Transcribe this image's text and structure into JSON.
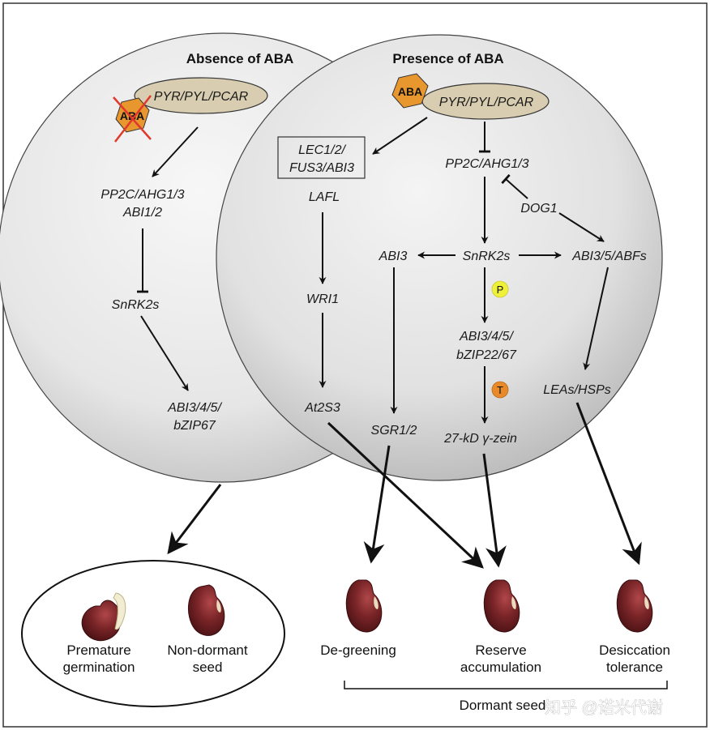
{
  "titles": {
    "absence": "Absence of ABA",
    "presence": "Presence of ABA"
  },
  "absence": {
    "aba": "ABA",
    "receptor": "PYR/PYL/PCAR",
    "pp2c_line1": "PP2C/AHG1/3",
    "pp2c_line2": "ABI1/2",
    "snrk2s": "SnRK2s",
    "abi_line1": "ABI3/4/5/",
    "abi_line2": "bZIP67"
  },
  "presence": {
    "aba": "ABA",
    "receptor": "PYR/PYL/PCAR",
    "lec_line1": "LEC1/2/",
    "lec_line2": "FUS3/ABI3",
    "lafl": "LAFL",
    "wri1": "WRI1",
    "at2s3": "At2S3",
    "pp2c": "PP2C/AHG1/3",
    "dog1": "DOG1",
    "abi3": "ABI3",
    "snrk2s": "SnRK2s",
    "abfs": "ABI3/5/ABFs",
    "p_badge": "P",
    "abi_line1": "ABI3/4/5/",
    "abi_line2": "bZIP22/67",
    "t_badge": "T",
    "zein": "27-kD γ-zein",
    "sgr": "SGR1/2",
    "leas": "LEAs/HSPs"
  },
  "outcomes": {
    "premature_line1": "Premature",
    "premature_line2": "germination",
    "nondormant_line1": "Non-dormant",
    "nondormant_line2": "seed",
    "degreening": "De-greening",
    "reserve_line1": "Reserve",
    "reserve_line2": "accumulation",
    "desiccation_line1": "Desiccation",
    "desiccation_line2": "tolerance",
    "dormant": "Dormant seed"
  },
  "watermark": "知乎 @诺米代谢",
  "colors": {
    "aba_hex": "#e8962e",
    "receptor": "#d8cdb0",
    "p_badge": "#eef03a",
    "t_badge": "#e88a2a",
    "seed": "#6e1f22",
    "sprout": "#f1ecd2"
  }
}
